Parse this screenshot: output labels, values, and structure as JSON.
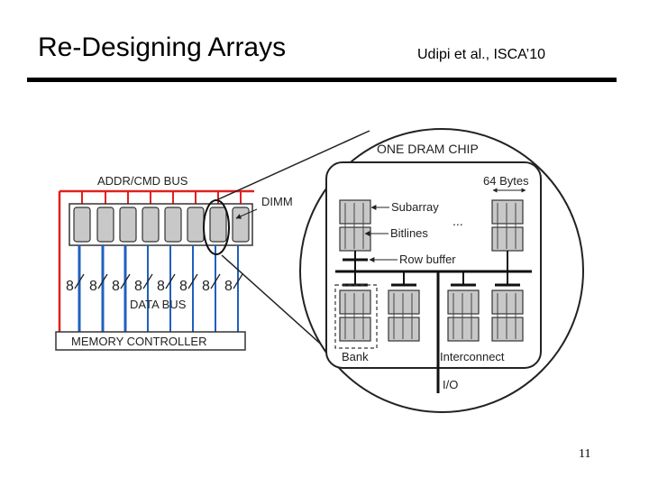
{
  "slide": {
    "title": "Re-Designing Arrays",
    "citation": "Udipi et al., ISCA’10",
    "page_number": "11"
  },
  "diagram": {
    "addr_bus_label": "ADDR/CMD BUS",
    "dimm_label": "DIMM",
    "data_bus_label": "DATA BUS",
    "memory_controller_label": "MEMORY CONTROLLER",
    "bus_width_labels": [
      "8",
      "8",
      "8",
      "8",
      "8",
      "8",
      "8",
      "8"
    ],
    "chip_title": "ONE DRAM CHIP",
    "row_size_label": "64 Bytes",
    "subarray_label": "Subarray",
    "bitlines_label": "Bitlines",
    "ellipsis_label": "...",
    "row_buffer_label": "Row buffer",
    "bank_label": "Bank",
    "interconnect_label": "Interconnect",
    "io_label": "I/O"
  },
  "colors": {
    "addr_bus": "#e02020",
    "data_bus": "#2060c0",
    "chip_fill": "#c8c8c8",
    "outline": "#222222"
  }
}
